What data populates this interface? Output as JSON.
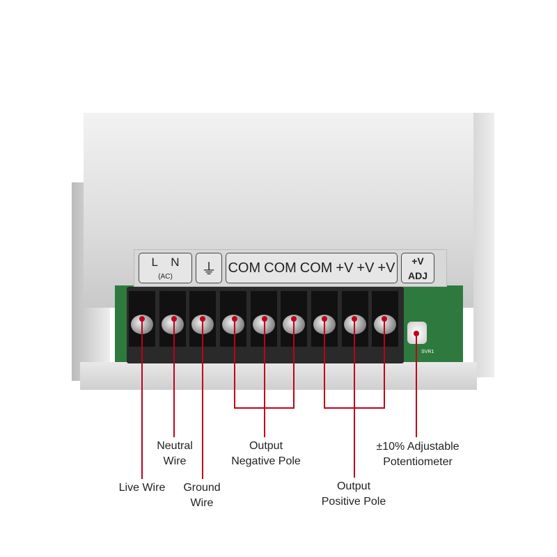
{
  "terminal_labels": {
    "ac": "L    N",
    "ac_sub": "(AC)",
    "ground": "⏚",
    "com": [
      "COM",
      "COM",
      "COM"
    ],
    "plusv": [
      "+V",
      "+V",
      "+V"
    ],
    "adj_top": "+V",
    "adj_bottom": "ADJ"
  },
  "pcb_marking": "SVR1",
  "annotations": {
    "live": "Live Wire",
    "neutral": [
      "Neutral",
      "Wire"
    ],
    "ground": [
      "Ground",
      "Wire"
    ],
    "negative": [
      "Output",
      "Negative Pole"
    ],
    "positive": [
      "Output",
      "Positive Pole"
    ],
    "pot": [
      "±10% Adjustable",
      "Potentiometer"
    ]
  },
  "colors": {
    "leader": "#c0001a"
  }
}
